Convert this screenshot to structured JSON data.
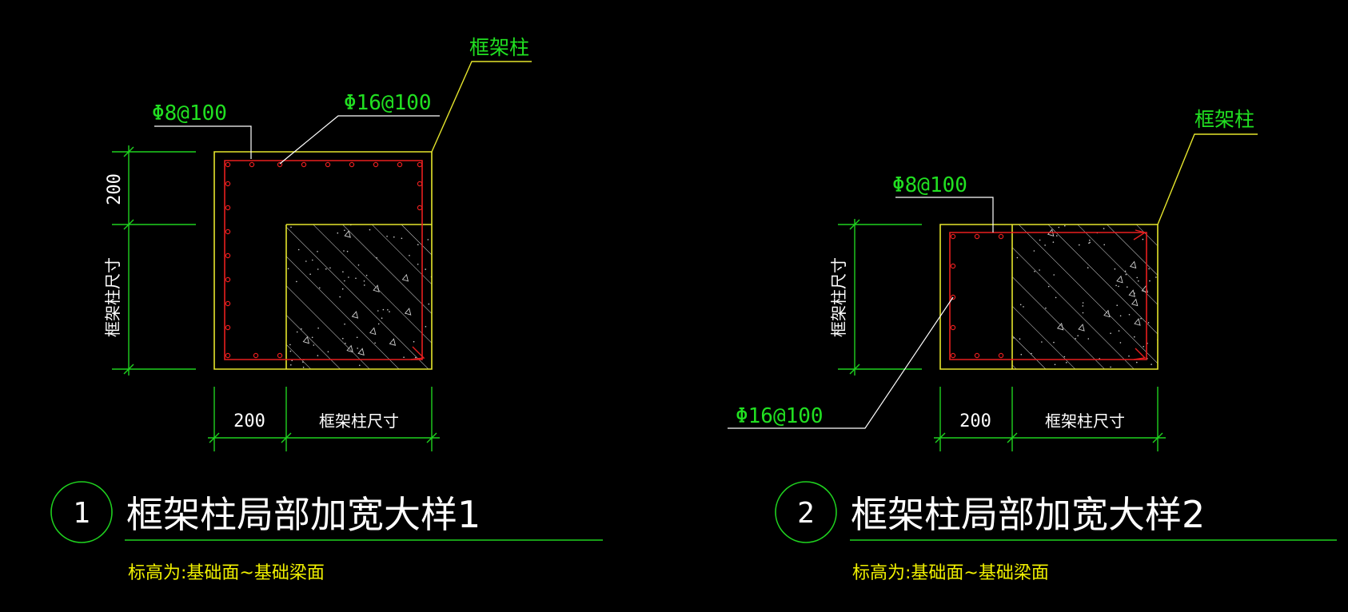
{
  "colors": {
    "background": "#000000",
    "outline": "#e5e52c",
    "rebar": "#e81f1f",
    "dimension": "#1fd11f",
    "label_green": "#21e021",
    "leader_white": "#ffffff",
    "note_yellow": "#f0f000",
    "hatch": "#d8d8d8"
  },
  "detail1": {
    "column_label": "框架柱",
    "stirrup_label": "Φ8@100",
    "bar_label": "Φ16@100",
    "dim_top": "200",
    "dim_left": "框架柱尺寸",
    "dim_bottom_small": "200",
    "dim_bottom_large": "框架柱尺寸",
    "number": "1",
    "title": "框架柱局部加宽大样1",
    "note": "标高为:基础面~基础梁面"
  },
  "detail2": {
    "column_label": "框架柱",
    "stirrup_label": "Φ8@100",
    "bar_label": "Φ16@100",
    "dim_left": "框架柱尺寸",
    "dim_bottom_small": "200",
    "dim_bottom_large": "框架柱尺寸",
    "number": "2",
    "title": "框架柱局部加宽大样2",
    "note": "标高为:基础面~基础梁面"
  }
}
